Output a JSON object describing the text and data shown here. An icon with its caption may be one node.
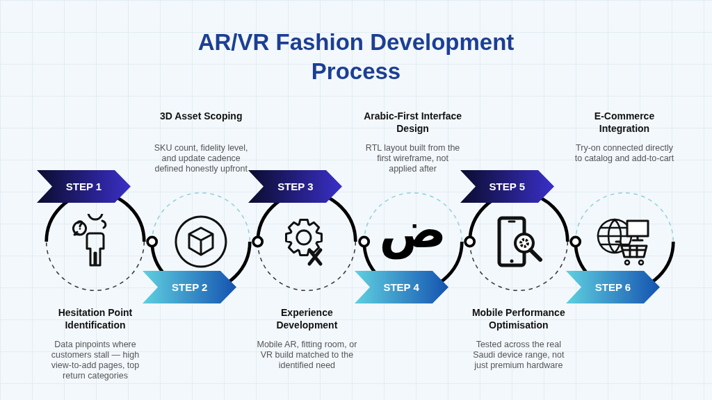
{
  "diagram": {
    "title": "AR/VR Fashion Development Process",
    "nodes": [
      {
        "text": [
          "STEP 1"
        ]
      },
      {
        "text": [
          "Hesitation Point Identification",
          "Data pinpoints where customers stall — high view-to-add pages, top return categories"
        ]
      },
      {
        "text": [
          "STEP 2"
        ]
      },
      {
        "text": [
          "3D Asset Scoping",
          "SKU count, fidelity level, and update cadence defined honestly upfront"
        ]
      },
      {
        "text": [
          "STEP 3"
        ]
      },
      {
        "text": [
          "Experience Development",
          "Mobile AR, fitting room, or VR build matched to the identified need"
        ]
      },
      {
        "text": [
          "STEP 4"
        ]
      },
      {
        "text": [
          "Arabic-First Interface Design",
          "RTL layout built from the first wireframe, not applied after"
        ]
      },
      {
        "text": [
          "STEP 5"
        ]
      },
      {
        "text": [
          "Mobile Performance Optimisation",
          "Tested across the real Saudi device range, not just premium hardware"
        ]
      },
      {
        "text": [
          "STEP 6"
        ]
      },
      {
        "text": [
          "E-Commerce Integration",
          "Try-on connected directly to catalog and add-to-cart"
        ]
      }
    ],
    "labels": [
      "ض"
    ]
  }
}
